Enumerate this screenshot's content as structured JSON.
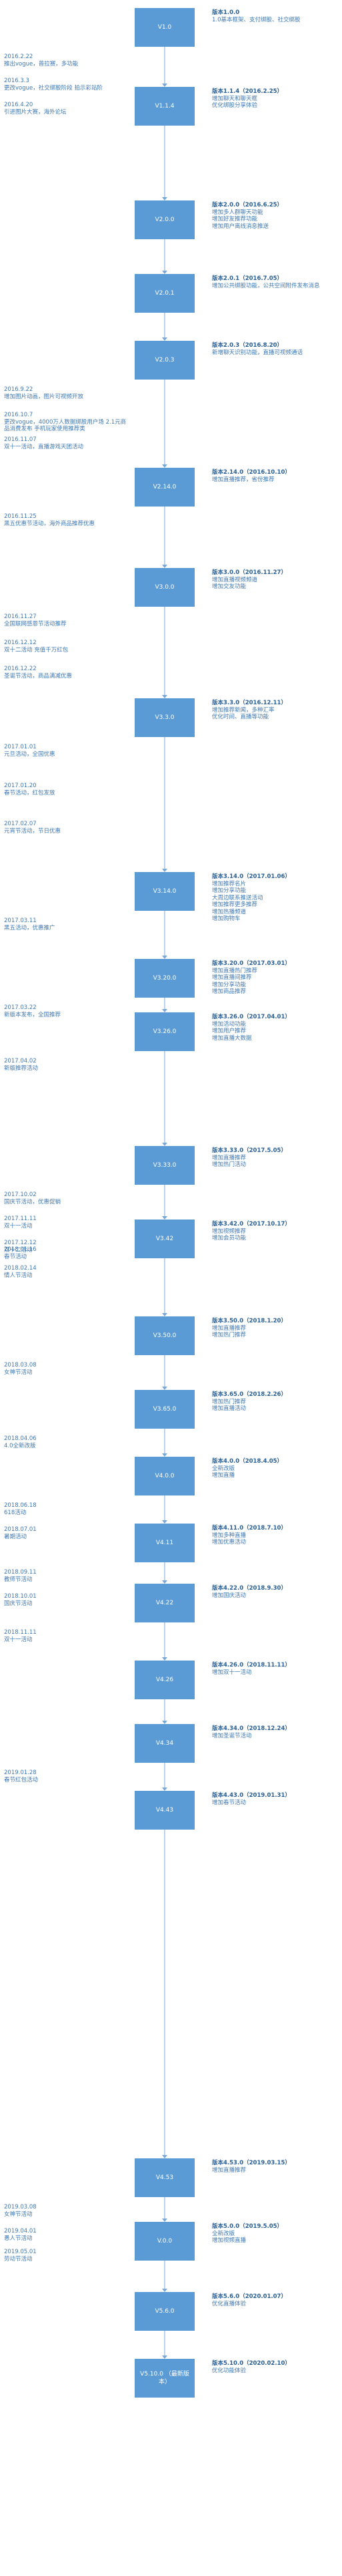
{
  "milestones": [
    {
      "version": "V1.0",
      "right_title": "版本1.0.0",
      "right_text": "1.0基本框架、支付绑股、社交绑股"
    },
    {
      "version": "V1.1.4",
      "right_title": "版本1.1.4（2016.2.25）",
      "right_text": "增加聊天和聊天框\n优化绑股分享体验",
      "left": [
        "2016.2.22\n推出vogue，普拉赛，多功能",
        "2016.3.3\n更改vogue，社交绑股阶段  拍示彩站阶",
        "2016.4.20\n引进图片大赛，海外论坛"
      ]
    },
    {
      "version": "V2.0.0",
      "right_title": "版本2.0.0（2016.6.25）",
      "right_text": "增加多人群聊天功能\n增加好友推荐功能\n增加用户离线消息推送"
    },
    {
      "version": "V2.0.1",
      "right_title": "版本2.0.1（2016.7.05）",
      "right_text": "增加公共绑股功能，公共空间附件发布消息"
    },
    {
      "version": "V2.0.3",
      "right_title": "版本2.0.3（2016.8.20）",
      "right_text": "新增聊天识别功能，直播可视频通话"
    },
    {
      "version": "V2.14.0",
      "right_title": "版本2.14.0（2016.10.10）",
      "right_text": "增加直播推荐，省份推荐",
      "left": [
        "2016.9.22\n增加图片动画，图片可视频开放",
        "2016.10.7\n更改vogue，4000万人数据绑股用户场 2.1元商品消费发布 手机玩家使用推荐类",
        "2016.11.07\n双十一活动，直播游戏天团活动"
      ]
    },
    {
      "version": "V3.0.0",
      "right_title": "版本3.0.0（2016.11.27）",
      "right_text": "增加直播视频频道\n增加交友功能",
      "left": [
        "2016.11.25\n黑五优惠节活动，海外商品推荐优惠"
      ]
    },
    {
      "version": "V3.3.0",
      "right_title": "版本3.3.0（2016.12.11）",
      "right_text": "增加推荐新闻，多种汇率\n优化时间、直播等功能",
      "left": [
        "2016.11.27\n全国联网感恩节活动推荐",
        "2016.12.12\n双十二活动 充值千万红包",
        "2016.12.22\n圣诞节活动，商品满减优惠"
      ]
    },
    {
      "version": "V3.14.0",
      "right_title": "版本3.14.0（2017.01.06）",
      "right_text": "增加推荐名片\n增加分享功能\n大周边联系推送活动\n增加推荐更多推荐\n增加热播频道\n增加购物车",
      "left": [
        "2017.01.01\n元旦活动，全国优惠",
        "2017.01.20\n春节活动，红包发放",
        "2017.02.07\n元宵节活动，节日优惠"
      ]
    },
    {
      "version": "V3.20.0",
      "right_title": "版本3.20.0（2017.03.01）",
      "right_text": "增加直播热门推荐\n增加直播间推荐\n增加分享功能\n增加商品推荐",
      "left": [
        "2017.03.11\n黑五活动，优惠推广"
      ]
    },
    {
      "version": "V3.26.0",
      "right_title": "版本3.26.0（2017.04.01）",
      "right_text": "增加活动功能\n增加用户推荐\n增加直播大数据",
      "left": [
        "2017.03.22\n新版本发布，全国推荐"
      ]
    },
    {
      "version": "V3.33.0",
      "right_title": "版本3.33.0（2017.5.05）",
      "right_text": "增加直播推荐\n增加热门活动",
      "left": [
        "2017.04.02\n新版推荐活动"
      ]
    },
    {
      "version": "V3.42",
      "right_title": "版本3.42.0（2017.10.17）",
      "right_text": "增加视频推荐\n增加会员功能",
      "left": [
        "2017.10.02\n国庆节活动，优惠促销",
        "2017.11.11\n双十一活动",
        "2017.12.12\n双十二活动",
        "2018.01.16\n春节活动"
      ]
    },
    {
      "version": "V3.50.0",
      "right_title": "版本3.50.0（2018.1.20）",
      "right_text": "增加直播推荐\n增加热门推荐",
      "left": [
        "2018.02.14\n情人节活动"
      ]
    },
    {
      "version": "V3.65.0",
      "right_title": "版本3.65.0（2018.2.26）",
      "right_text": "增加热门推荐\n增加直播活动",
      "left": [
        "2018.03.08\n女神节活动"
      ]
    },
    {
      "version": "V4.0.0",
      "right_title": "版本4.0.0（2018.4.05）",
      "right_text": "全新改版\n增加直播",
      "left": [
        "2018.04.06\n4.0全新改版"
      ]
    },
    {
      "version": "V4.11",
      "right_title": "版本4.11.0（2018.7.10）",
      "right_text": "增加多种直播\n增加优惠活动",
      "left": [
        "2018.06.18\n618活动",
        "2018.07.01\n暑期活动"
      ]
    },
    {
      "version": "V4.22",
      "right_title": "版本4.22.0（2018.9.30）",
      "right_text": "增加国庆活动",
      "left": [
        "2018.09.11\n教师节活动",
        "2018.10.01\n国庆节活动"
      ]
    },
    {
      "version": "V4.26",
      "right_title": "版本4.26.0（2018.11.11）",
      "right_text": "增加双十一活动",
      "left": [
        "2018.11.11\n双十一活动"
      ]
    },
    {
      "version": "V4.34",
      "right_title": "版本4.34.0（2018.12.24）",
      "right_text": "增加圣诞节活动",
      "left": []
    },
    {
      "version": "V4.43",
      "right_title": "版本4.43.0（2019.01.31）",
      "right_text": "增加春节活动",
      "left": [
        "2019.01.28\n春节红包活动"
      ]
    },
    {
      "version": "V4.53",
      "right_title": "版本4.53.0（2019.03.15）",
      "right_text": "增加直播推荐",
      "left": []
    },
    {
      "version": "V.0.0",
      "right_title": "版本5.0.0（2019.5.05）",
      "right_text": "全新改版\n增加视频直播",
      "left": [
        "2019.03.08\n女神节活动",
        "2019.04.01\n愚人节活动",
        "2019.05.01\n劳动节活动"
      ]
    },
    {
      "version": "V5.6.0",
      "right_title": "版本5.6.0（2020.01.07）",
      "right_text": "优化直播体验",
      "left": []
    },
    {
      "version": "V5.10.0\n（最新版本）",
      "right_title": "版本5.10.0（2020.02.10）",
      "right_text": "优化功能体验",
      "left": []
    }
  ]
}
